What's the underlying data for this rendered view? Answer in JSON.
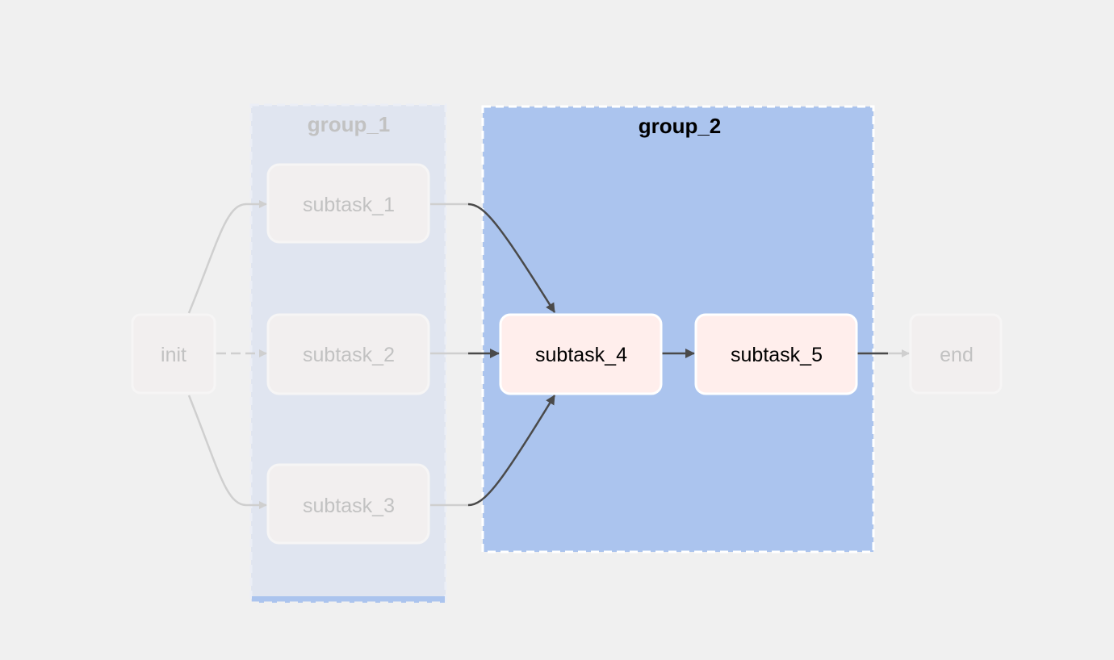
{
  "groups": [
    {
      "id": "group_1",
      "label": "group_1",
      "state": "faded"
    },
    {
      "id": "group_2",
      "label": "group_2",
      "state": "active"
    }
  ],
  "nodes": [
    {
      "id": "init",
      "label": "init",
      "state": "faded"
    },
    {
      "id": "subtask_1",
      "label": "subtask_1",
      "group": "group_1",
      "state": "faded"
    },
    {
      "id": "subtask_2",
      "label": "subtask_2",
      "group": "group_1",
      "state": "faded"
    },
    {
      "id": "subtask_3",
      "label": "subtask_3",
      "group": "group_1",
      "state": "faded"
    },
    {
      "id": "subtask_4",
      "label": "subtask_4",
      "group": "group_2",
      "state": "active"
    },
    {
      "id": "subtask_5",
      "label": "subtask_5",
      "group": "group_2",
      "state": "active"
    },
    {
      "id": "end",
      "label": "end",
      "state": "faded"
    }
  ],
  "edges": [
    [
      "init",
      "subtask_1"
    ],
    [
      "init",
      "subtask_2"
    ],
    [
      "init",
      "subtask_3"
    ],
    [
      "subtask_1",
      "subtask_4"
    ],
    [
      "subtask_2",
      "subtask_4"
    ],
    [
      "subtask_3",
      "subtask_4"
    ],
    [
      "subtask_4",
      "subtask_5"
    ],
    [
      "subtask_5",
      "end"
    ]
  ],
  "colors": {
    "background": "#f0f0f0",
    "group_faded": "#e0e5f0",
    "group_active": "#abc4ee",
    "node_faded": "#f2efef",
    "node_active": "#ffeeec",
    "edge_faded": "#cfcfcf",
    "edge_active": "#4a4a4a"
  }
}
